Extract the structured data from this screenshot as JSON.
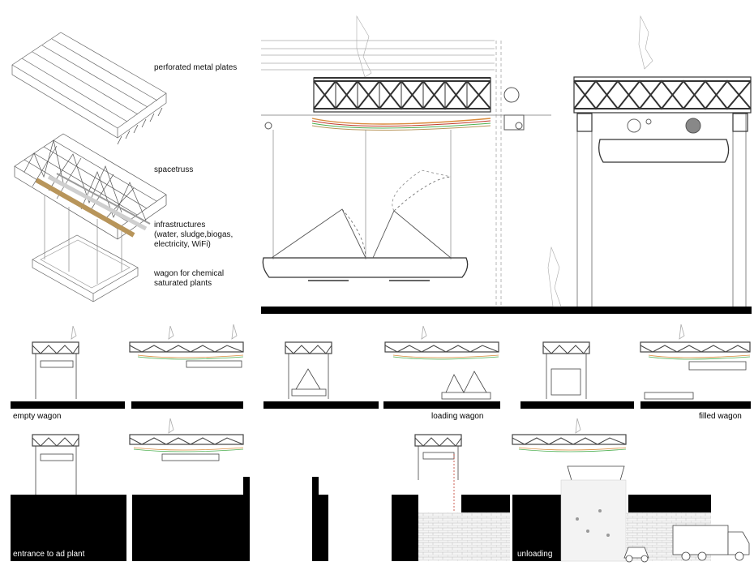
{
  "axon": {
    "plates": "perforated metal plates",
    "spacetruss": "spacetruss",
    "infra1": "infrastructures",
    "infra2": "(water, sludge,biogas,",
    "infra3": "electricity, WiFi)",
    "wagon1": "wagon for chemical",
    "wagon2": "saturated plants"
  },
  "row1": {
    "empty": "empty wagon",
    "loading": "loading wagon",
    "filled": "filled wagon"
  },
  "row2": {
    "entrance": "entrance to ad plant",
    "unloading": "unloading"
  },
  "colors": {
    "ink": "#111111",
    "line": "#555555",
    "pipe_orange": "#d98a3a",
    "pipe_red": "#c0392b",
    "pipe_green": "#4caf50",
    "pipe_tan": "#b8955a"
  }
}
